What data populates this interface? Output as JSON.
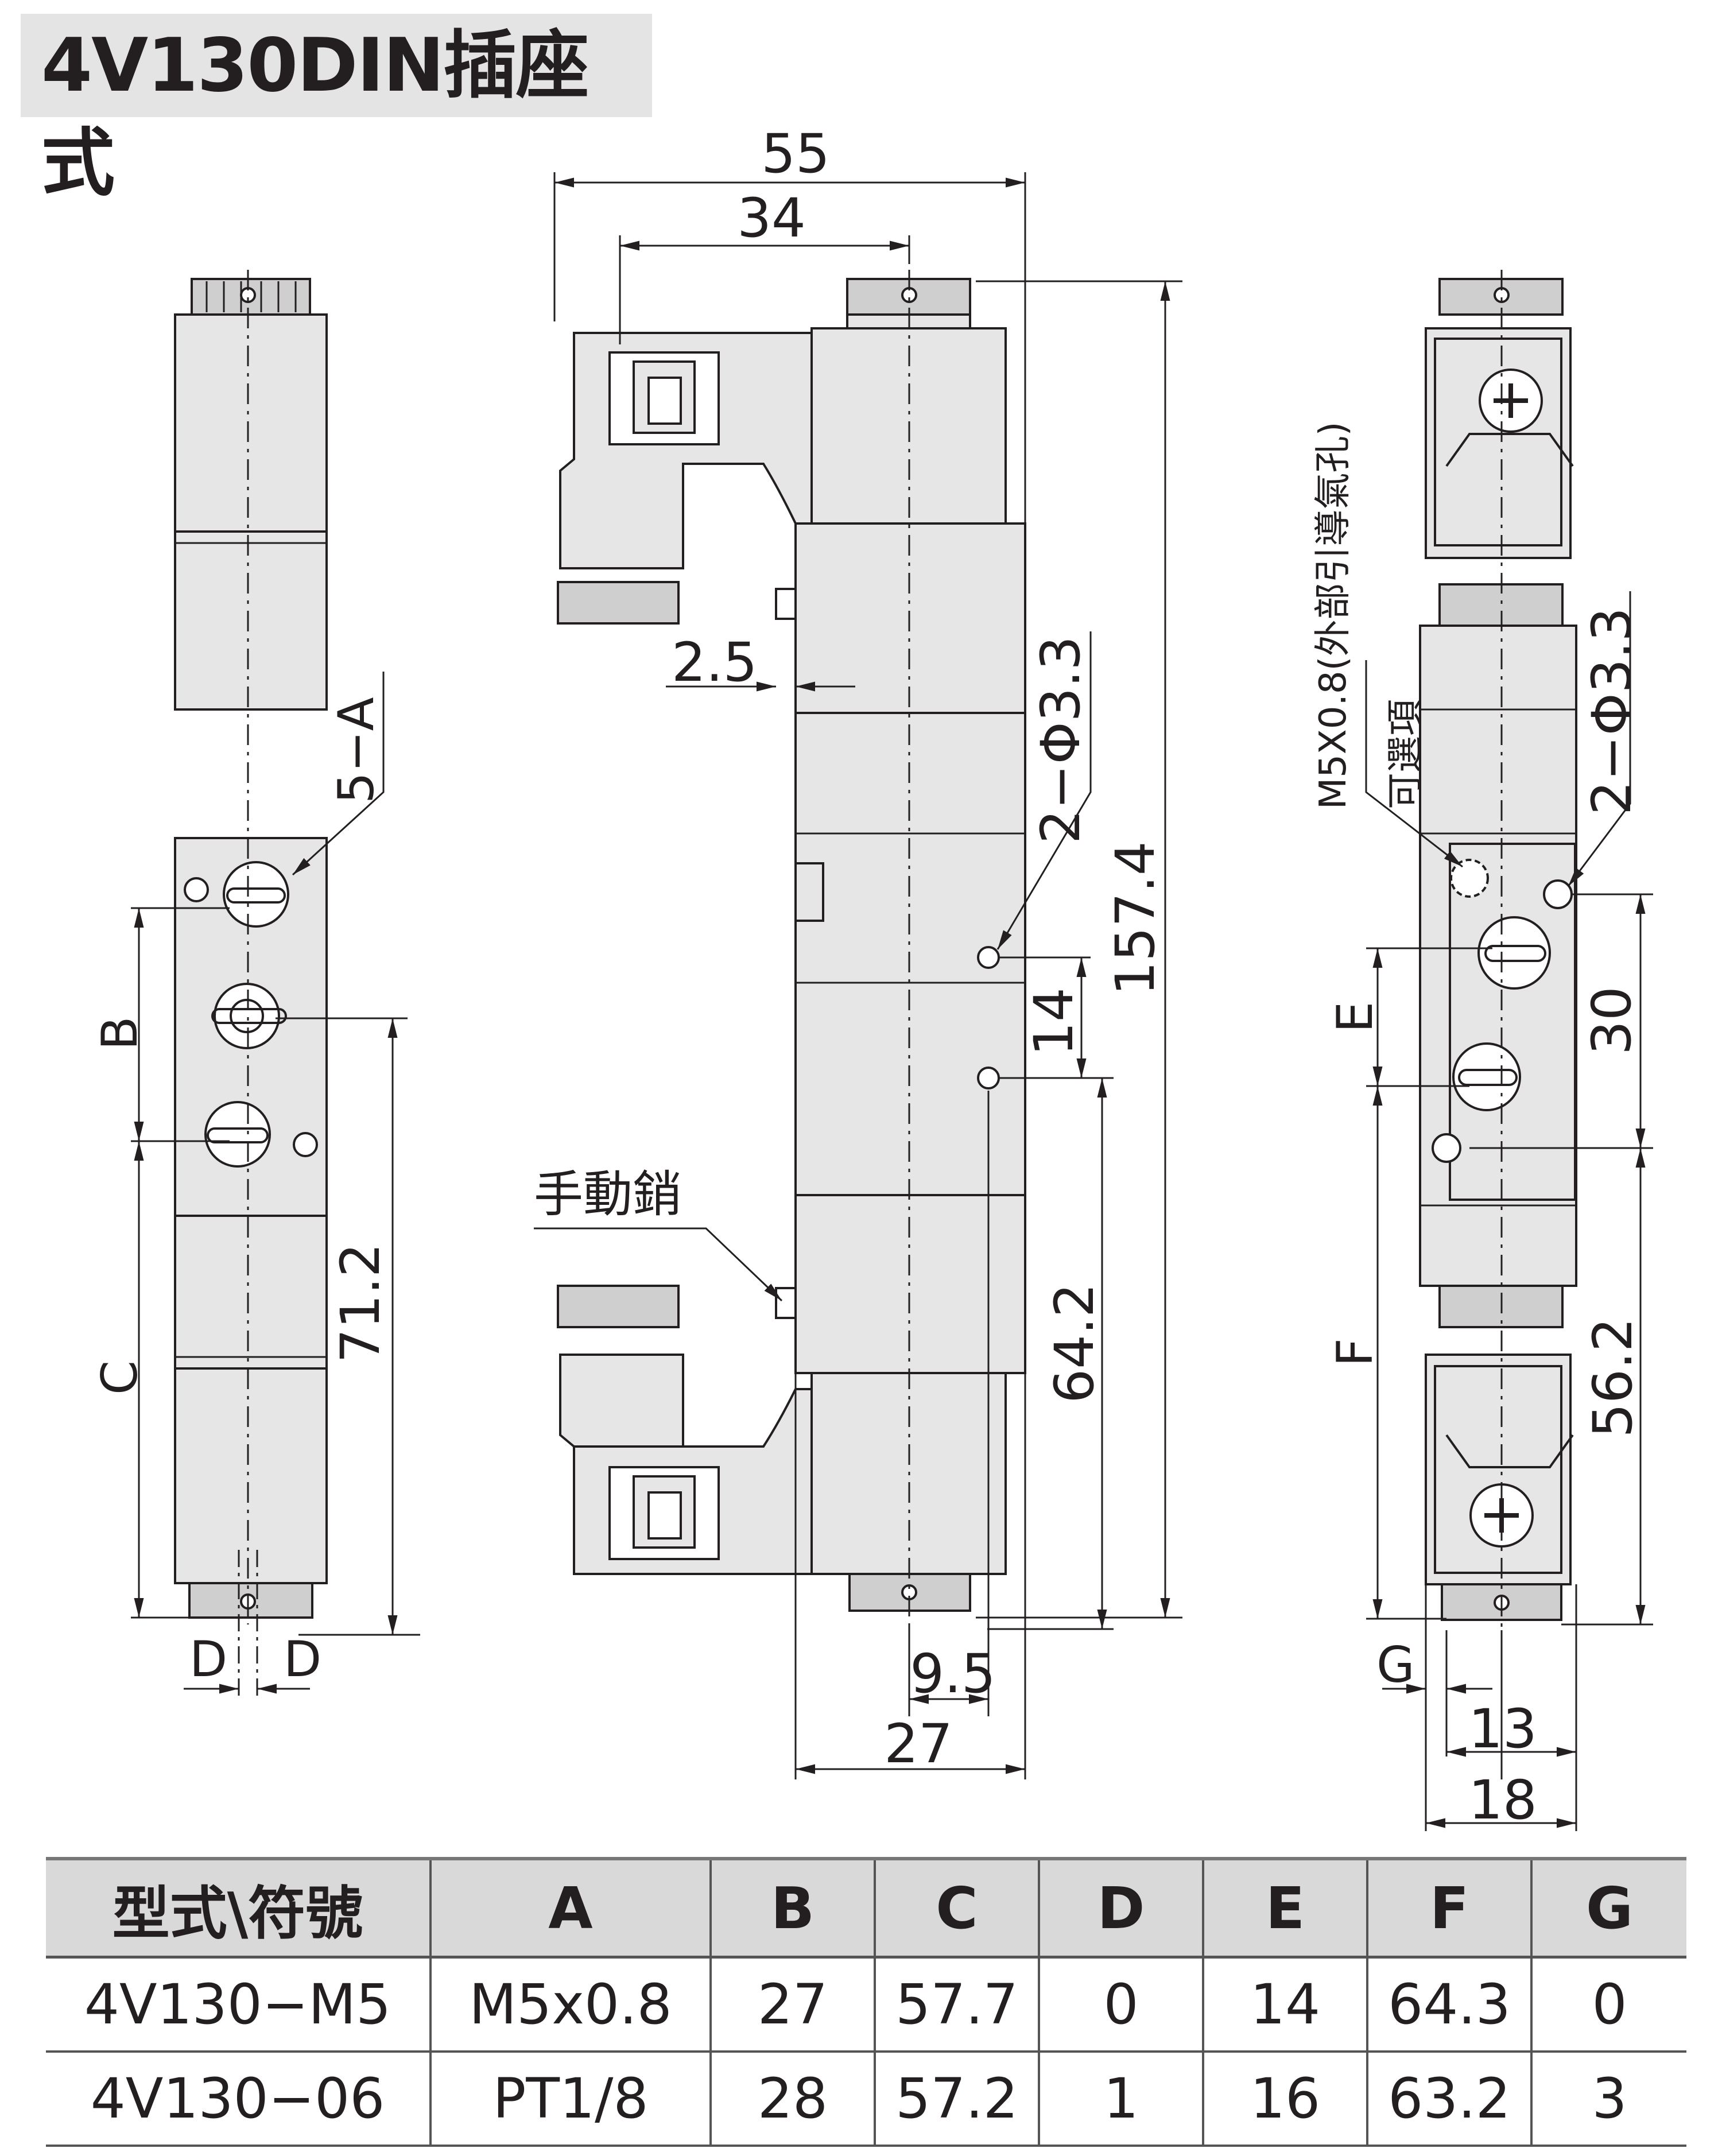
{
  "title": "4V130DIN插座式",
  "front_view": {
    "dim_5A": "5−A",
    "dim_B": "B",
    "dim_C": "C",
    "dim_71_2": "71.2",
    "dim_D_left": "D",
    "dim_D_right": "D"
  },
  "side_view": {
    "dim_55": "55",
    "dim_34": "34",
    "dim_2_5": "2.5",
    "dim_2phi": "2−Φ3.3",
    "dim_14": "14",
    "dim_157_4": "157.4",
    "manual_pin": "手動銷",
    "dim_64_2": "64.2",
    "dim_9_5": "9.5",
    "dim_27": "27"
  },
  "back_view": {
    "note_m5": "M5X0.8(外部引導氣孔)",
    "note_optional": "可選項",
    "dim_2phi": "2−Φ3.3",
    "dim_E": "E",
    "dim_30": "30",
    "dim_F": "F",
    "dim_56_2": "56.2",
    "dim_G": "G",
    "dim_13": "13",
    "dim_18": "18"
  },
  "table": {
    "headers": [
      "型式\\符號",
      "A",
      "B",
      "C",
      "D",
      "E",
      "F",
      "G"
    ],
    "rows": [
      [
        "4V130−M5",
        "M5x0.8",
        "27",
        "57.7",
        "0",
        "14",
        "64.3",
        "0"
      ],
      [
        "4V130−06",
        "PT1/8",
        "28",
        "57.2",
        "1",
        "16",
        "63.2",
        "3"
      ]
    ]
  },
  "colors": {
    "body_fill": "#e6e6e6",
    "line": "#231f20",
    "header_bg": "#d9d9d9"
  }
}
